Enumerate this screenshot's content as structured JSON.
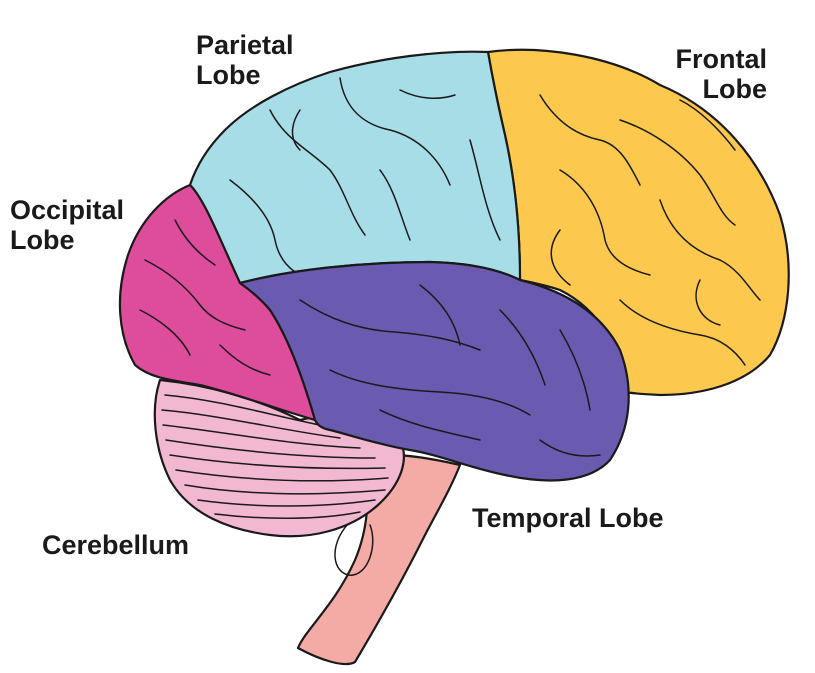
{
  "labels": {
    "parietal": [
      "Parietal",
      "Lobe"
    ],
    "frontal": [
      "Frontal",
      "Lobe"
    ],
    "occipital": [
      "Occipital",
      "Lobe"
    ],
    "temporal": "Temporal Lobe",
    "cerebellum": "Cerebellum"
  },
  "colors": {
    "parietal": "#a6dde6",
    "frontal": "#fcc84e",
    "occipital": "#de4c9c",
    "temporal": "#6a5bb0",
    "cerebellum": "#f2b8d2",
    "brainstem": "#f4aaa5"
  }
}
